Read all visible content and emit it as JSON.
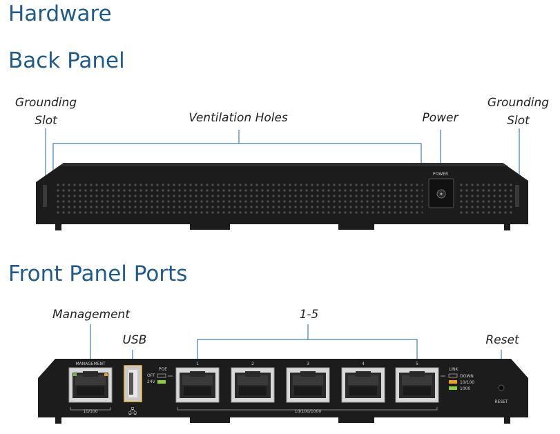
{
  "headings": {
    "hardware": "Hardware",
    "back_panel": "Back Panel",
    "front_panel": "Front Panel Ports"
  },
  "back_callouts": {
    "grounding_left": [
      "Grounding",
      "Slot"
    ],
    "ventilation": "Ventilation Holes",
    "power": "Power",
    "grounding_right": [
      "Grounding",
      "Slot"
    ]
  },
  "back_device": {
    "power_label": "POWER"
  },
  "front_callouts": {
    "management": "Management",
    "usb": "USB",
    "ports_range": "1-5",
    "reset": "Reset"
  },
  "front_device": {
    "management_label": "MANAGEMENT",
    "mgmt_speed": "10/100",
    "poe_label": "POE",
    "poe_off": "OFF",
    "poe_24v": "24V",
    "ports": [
      "1",
      "2",
      "3",
      "4",
      "5"
    ],
    "ports_speed": "10/100/1000",
    "link_legend": {
      "title": "LINK",
      "down": "DOWN",
      "mid": "10/100",
      "gig": "1000"
    },
    "reset_label": "RESET"
  },
  "colors": {
    "heading": "#1f5a8c",
    "device": "#1c1c1c",
    "callout_line": "#3d7fb0",
    "led_orange": "#f0a020",
    "led_green": "#8ccf3a"
  }
}
